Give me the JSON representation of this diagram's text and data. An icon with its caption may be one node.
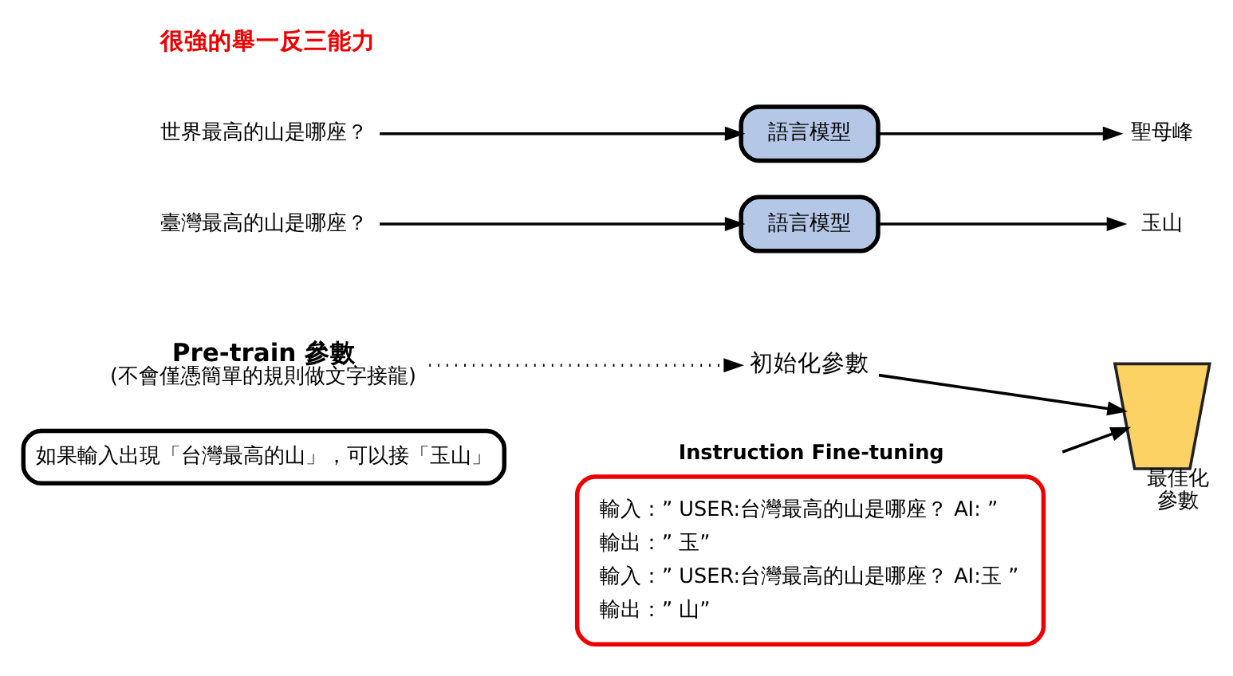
{
  "diagram": {
    "nodes": [
      {
        "text": [
          "如果輸入出現「台灣最高的山」，可以接「玉山」"
        ]
      },
      {
        "text": [
          "Pre-train 參數",
          "(不會僅憑簡單的規則做文字接龍)"
        ]
      },
      {
        "text": [
          "Instruction Fine-tuning",
          "輸入：” USER:台灣最高的山是哪座？ AI: ”",
          "輸出：” 玉”",
          "輸入：” USER:台灣最高的山是哪座？ AI:玉 ”",
          "輸出：” 山”"
        ]
      },
      {
        "text": [
          "初始化參數"
        ]
      },
      {
        "text": [],
        "shape": "funnel",
        "beside": [
          "最佳化",
          "參數"
        ]
      },
      {
        "text": [
          "臺灣最高的山是哪座？"
        ]
      },
      {
        "text": [
          "語言模型"
        ]
      },
      {
        "text": [
          "玉山"
        ]
      },
      {
        "text": [
          "世界最高的山是哪座？"
        ]
      },
      {
        "text": [
          "語言模型"
        ]
      },
      {
        "text": [
          "聖母峰"
        ]
      }
    ],
    "edges": [
      {
        "from": 1,
        "to": 3,
        "arrow": "to",
        "style": "dashed"
      },
      {
        "from": 3,
        "to": 4,
        "arrow": "to"
      },
      {
        "from": 2,
        "to": 4,
        "arrow": "to"
      },
      {
        "from": 5,
        "to": 6,
        "arrow": "to"
      },
      {
        "from": 6,
        "to": 7,
        "arrow": "to"
      },
      {
        "from": 8,
        "to": 9,
        "arrow": "to"
      },
      {
        "from": 9,
        "to": 10,
        "arrow": "to"
      }
    ],
    "labels": [
      "很強的舉一反三能力"
    ]
  }
}
